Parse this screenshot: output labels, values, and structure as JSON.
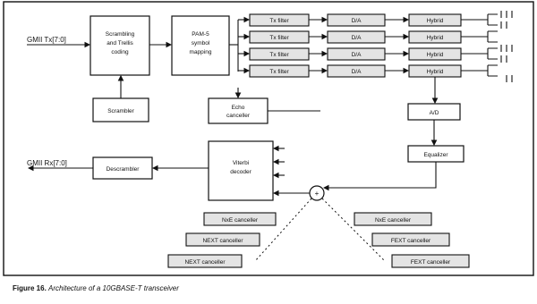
{
  "figure": {
    "caption_number": "Figure 16.",
    "caption_text": "Architecture of a 10GBASE-T transceiver"
  },
  "signals": {
    "gmii_tx": "GMII Tx[7:0]",
    "gmii_rx": "GMII Rx[7:0]"
  },
  "blocks": {
    "scrambler_coder": [
      "Scrambling",
      "and Trellis",
      "coding"
    ],
    "mapping": [
      "PAM-5",
      "symbol",
      "mapping"
    ],
    "scrambler": "Scrambler",
    "descrambler": "Descrambler",
    "echo_canceller": [
      "Echo",
      "canceller"
    ],
    "viterbi": [
      "Viterbi",
      "decoder"
    ],
    "adc": "A/D",
    "equalizer": "Equalizer",
    "summer": "+"
  },
  "tx_chain": {
    "filters": [
      "Tx filter",
      "Tx filter",
      "Tx filter",
      "Tx filter"
    ],
    "dacs": [
      "D/A",
      "D/A",
      "D/A",
      "D/A"
    ],
    "hybrids": [
      "Hybrid",
      "Hybrid",
      "Hybrid",
      "Hybrid"
    ]
  },
  "cancellers": {
    "left": [
      "NxE canceller",
      "NEXT canceller",
      "NEXT canceller"
    ],
    "right": [
      "NxE canceller",
      "FEXT canceller",
      "FEXT canceller"
    ]
  }
}
